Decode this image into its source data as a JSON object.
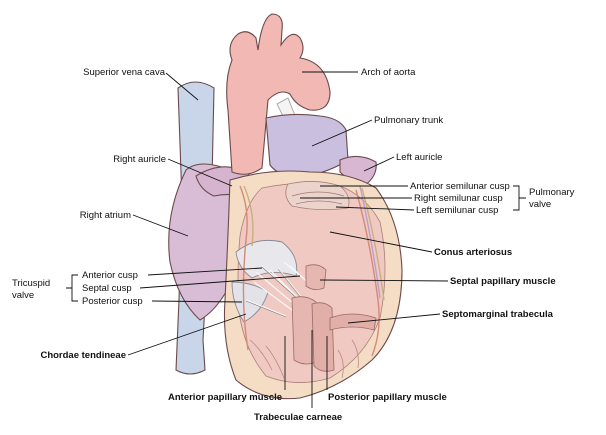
{
  "labels": {
    "superior_vena_cava": "Superior vena cava",
    "arch_of_aorta": "Arch of aorta",
    "pulmonary_trunk": "Pulmonary trunk",
    "right_auricle": "Right auricle",
    "left_auricle": "Left auricle",
    "anterior_semilunar_cusp": "Anterior semilunar cusp",
    "right_semilunar_cusp": "Right semilunar cusp",
    "left_semilunar_cusp": "Left semilunar cusp",
    "pulmonary_valve_line1": "Pulmonary",
    "pulmonary_valve_line2": "valve",
    "right_atrium": "Right atrium",
    "conus_arteriosus": "Conus arteriosus",
    "tricuspid_valve_line1": "Tricuspid",
    "tricuspid_valve_line2": "valve",
    "anterior_cusp": "Anterior cusp",
    "septal_cusp": "Septal cusp",
    "posterior_cusp": "Posterior cusp",
    "septal_papillary_muscle": "Septal papillary muscle",
    "septomarginal_trabecula": "Septomarginal trabecula",
    "chordae_tendineae": "Chordae tendineae",
    "anterior_papillary_muscle": "Anterior papillary muscle",
    "posterior_papillary_muscle": "Posterior papillary muscle",
    "trabeculae_carneae": "Trabeculae carneae"
  },
  "colors": {
    "vena_cava": "#c9d6ea",
    "aorta": "#f2b9b4",
    "pulmonary": "#cbbfe0",
    "atrium": "#d9bdd6",
    "ventricle_wall": "#f4ddc4",
    "ventricle_interior": "#f0c9c2",
    "valve": "#e8e8ec",
    "muscle": "#e6b6b0"
  }
}
